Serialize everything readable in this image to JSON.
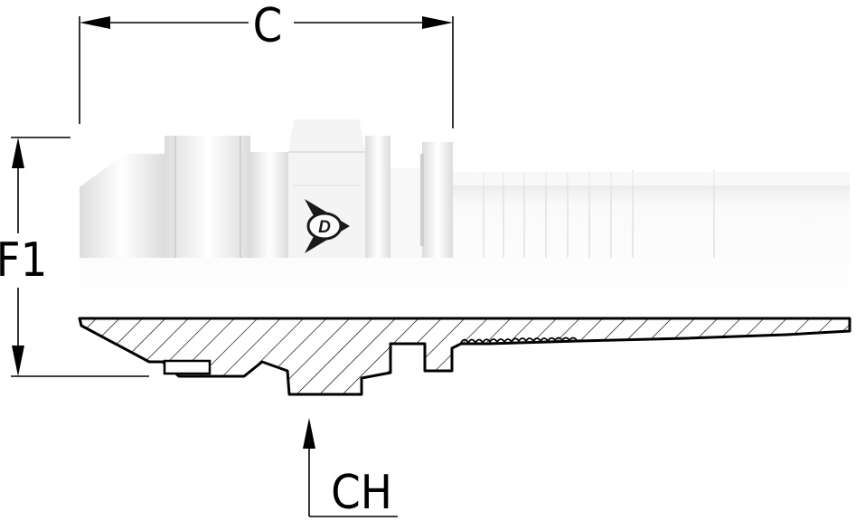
{
  "dimensions": {
    "c_label": "C",
    "f1_label": "F1",
    "ch_label": "CH"
  },
  "logo": {
    "lettering": "D"
  },
  "colors": {
    "line": "#000000",
    "fitting_body": "#ffffff",
    "shading": "#e6e6e6",
    "logo": "#1a1a1a"
  }
}
